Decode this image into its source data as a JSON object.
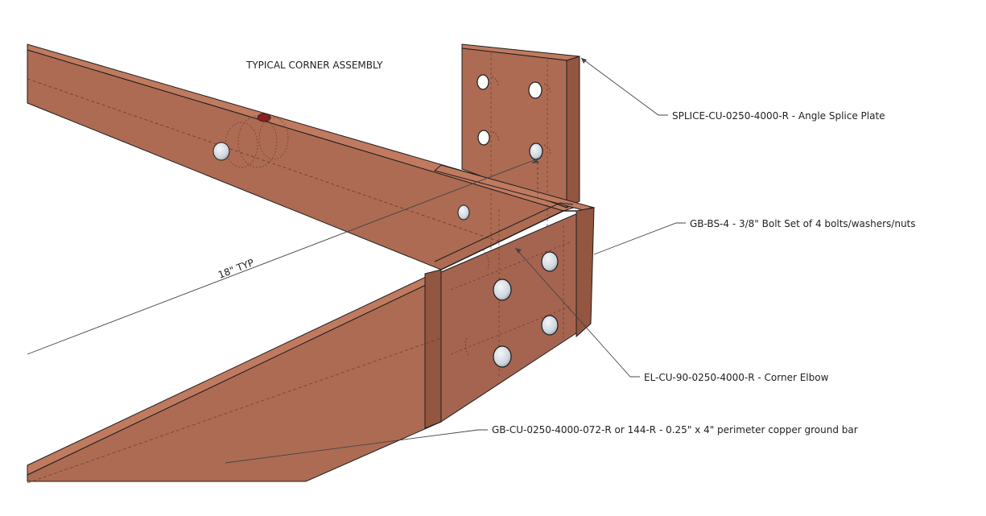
{
  "diagram": {
    "title": "TYPICAL CORNER ASSEMBLY",
    "dimension": "18\" TYP",
    "callouts": {
      "splice_plate": "SPLICE-CU-0250-4000-R - Angle Splice Plate",
      "bolt_set": "GB-BS-4 - 3/8\" Bolt Set of 4 bolts/washers/nuts",
      "corner_elbow": "EL-CU-90-0250-4000-R - Corner Elbow",
      "ground_bar": "GB-CU-0250-4000-072-R or 144-R - 0.25\" x 4\" perimeter copper ground bar"
    }
  },
  "colors": {
    "copper_face": "#ad6b53",
    "copper_top": "#c07a5f",
    "copper_side": "#935641",
    "copper_dark": "#7b4534",
    "outline": "#1e1e1e",
    "leader": "#444444",
    "bolt": "#d7dde3"
  }
}
